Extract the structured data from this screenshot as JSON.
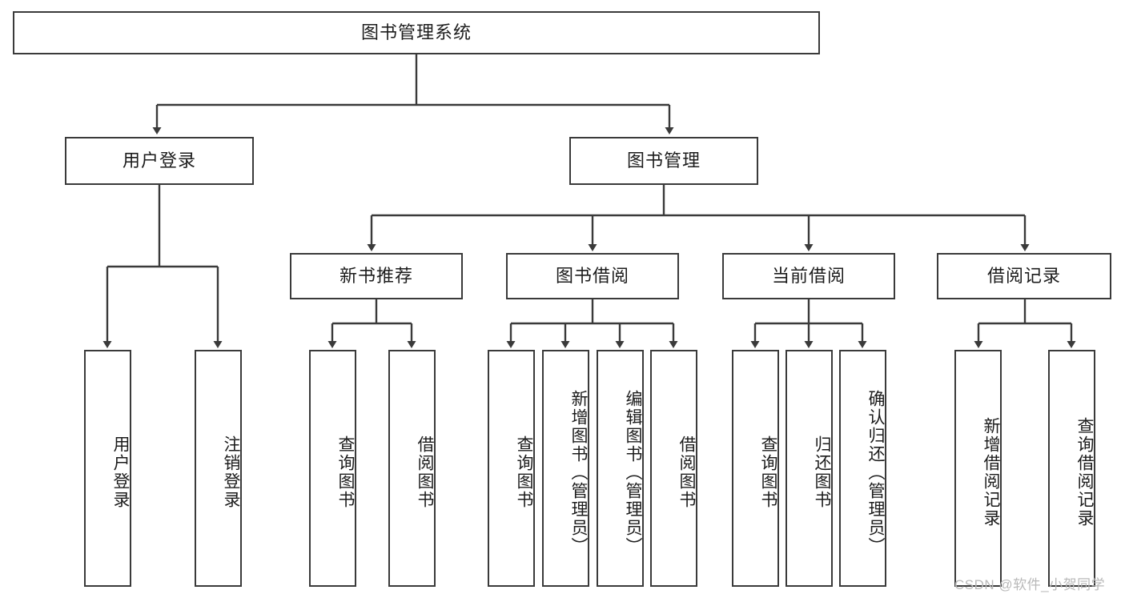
{
  "diagram": {
    "title": "图书管理系统",
    "type": "tree-hierarchy-diagram",
    "root": {
      "label": "图书管理系统"
    },
    "level1": [
      {
        "label": "用户登录"
      },
      {
        "label": "图书管理"
      }
    ],
    "level2": [
      {
        "label": "新书推荐"
      },
      {
        "label": "图书借阅"
      },
      {
        "label": "当前借阅"
      },
      {
        "label": "借阅记录"
      }
    ],
    "leaves_user_login": [
      {
        "label": "用户登录"
      },
      {
        "label": "注销登录"
      }
    ],
    "leaves_new_book": [
      {
        "label": "查询图书"
      },
      {
        "label": "借阅图书"
      }
    ],
    "leaves_borrow": [
      {
        "label": "查询图书"
      },
      {
        "label": "新增图书（管理员）"
      },
      {
        "label": "编辑图书（管理员）"
      },
      {
        "label": "借阅图书"
      }
    ],
    "leaves_current": [
      {
        "label": "查询图书"
      },
      {
        "label": "归还图书"
      },
      {
        "label": "确认归还（管理员）"
      }
    ],
    "leaves_records": [
      {
        "label": "新增借阅记录"
      },
      {
        "label": "查询借阅记录"
      }
    ]
  },
  "watermark": {
    "text": "CSDN @软件_小贺同学"
  },
  "colors": {
    "stroke": "#3a3a3a",
    "background": "#ffffff",
    "text": "#1c1c1c",
    "watermark": "#b9b9b9"
  }
}
